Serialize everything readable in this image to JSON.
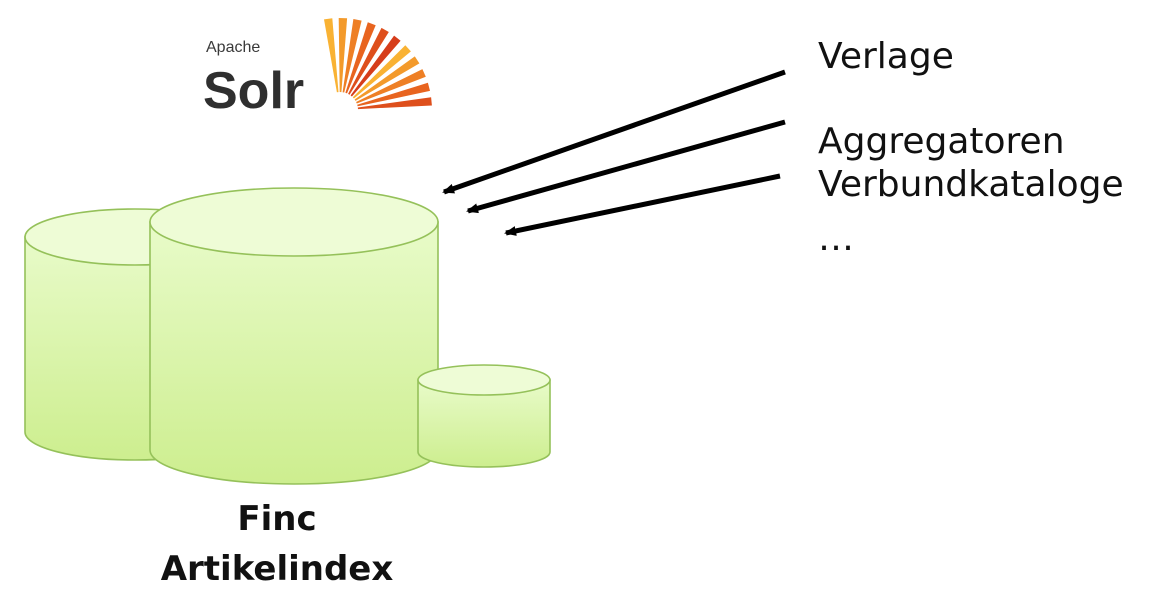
{
  "logo": {
    "top_text": "Apache",
    "main_text": "Solr",
    "ray_colors": [
      "#f9b233",
      "#f39a2b",
      "#ee7f25",
      "#e8641f",
      "#de4f1c",
      "#d63d1b"
    ]
  },
  "sources": {
    "items": [
      "Verlage",
      "Aggregatoren",
      "Verbundkataloge",
      "…"
    ]
  },
  "index": {
    "label_line1": "Finc",
    "label_line2": "Artikelindex"
  },
  "colors": {
    "cylinder_fill": "#d7f5a3",
    "cylinder_top": "#eefcd6",
    "cylinder_stroke": "#95c15a",
    "arrow": "#000000"
  }
}
